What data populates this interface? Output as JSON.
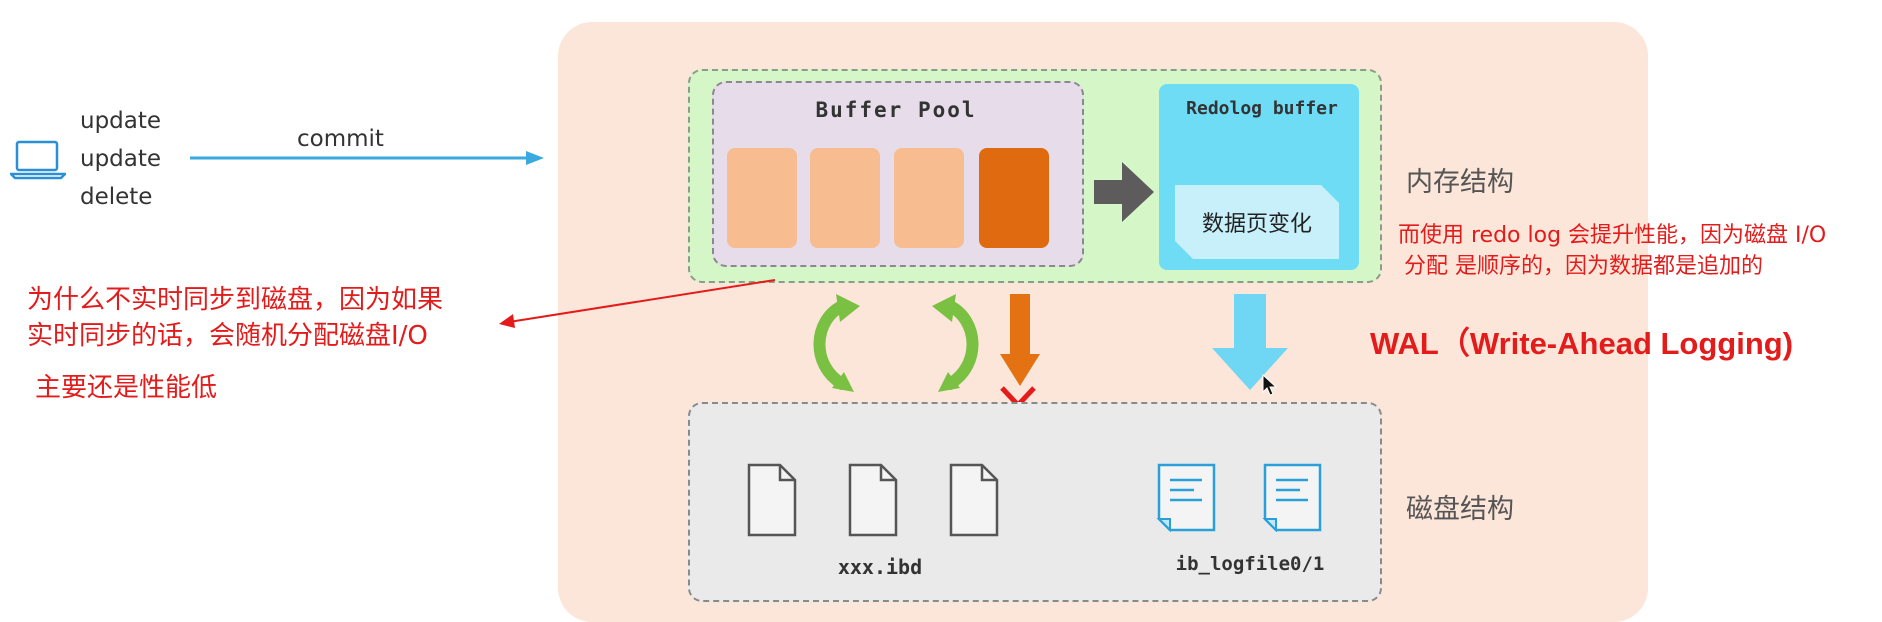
{
  "client": {
    "icon": "laptop-icon",
    "ops": [
      "update",
      "update",
      "delete"
    ],
    "commit_label": "commit"
  },
  "memory": {
    "buffer_pool_label": "Buffer Pool",
    "redolog_buffer_label": "Redolog buffer",
    "data_page_change_label": "数据页变化",
    "section_label": "内存结构",
    "colors": {
      "clean_page": "#f7bc8f",
      "dirty_page": "#e06a0f",
      "redo_buffer": "#6fdcf6",
      "arrow_cyan": "#6fd6f4",
      "refresh_green": "#7ac143"
    }
  },
  "disk": {
    "ibd_label": "xxx.ibd",
    "logfile_label": "ib_logfile0/1",
    "section_label": "磁盘结构"
  },
  "annotations": {
    "left_note_line1": "为什么不实时同步到磁盘，因为如果",
    "left_note_line2": "实时同步的话，会随机分配磁盘I/O",
    "left_note_line3": "主要还是性能低",
    "right_note_line1": "而使用 redo log 会提升性能，因为磁盘 I/O",
    "right_note_line2": "分配 是顺序的，因为数据都是追加的",
    "wal_label": "WAL（Write-Ahead Logging)"
  }
}
